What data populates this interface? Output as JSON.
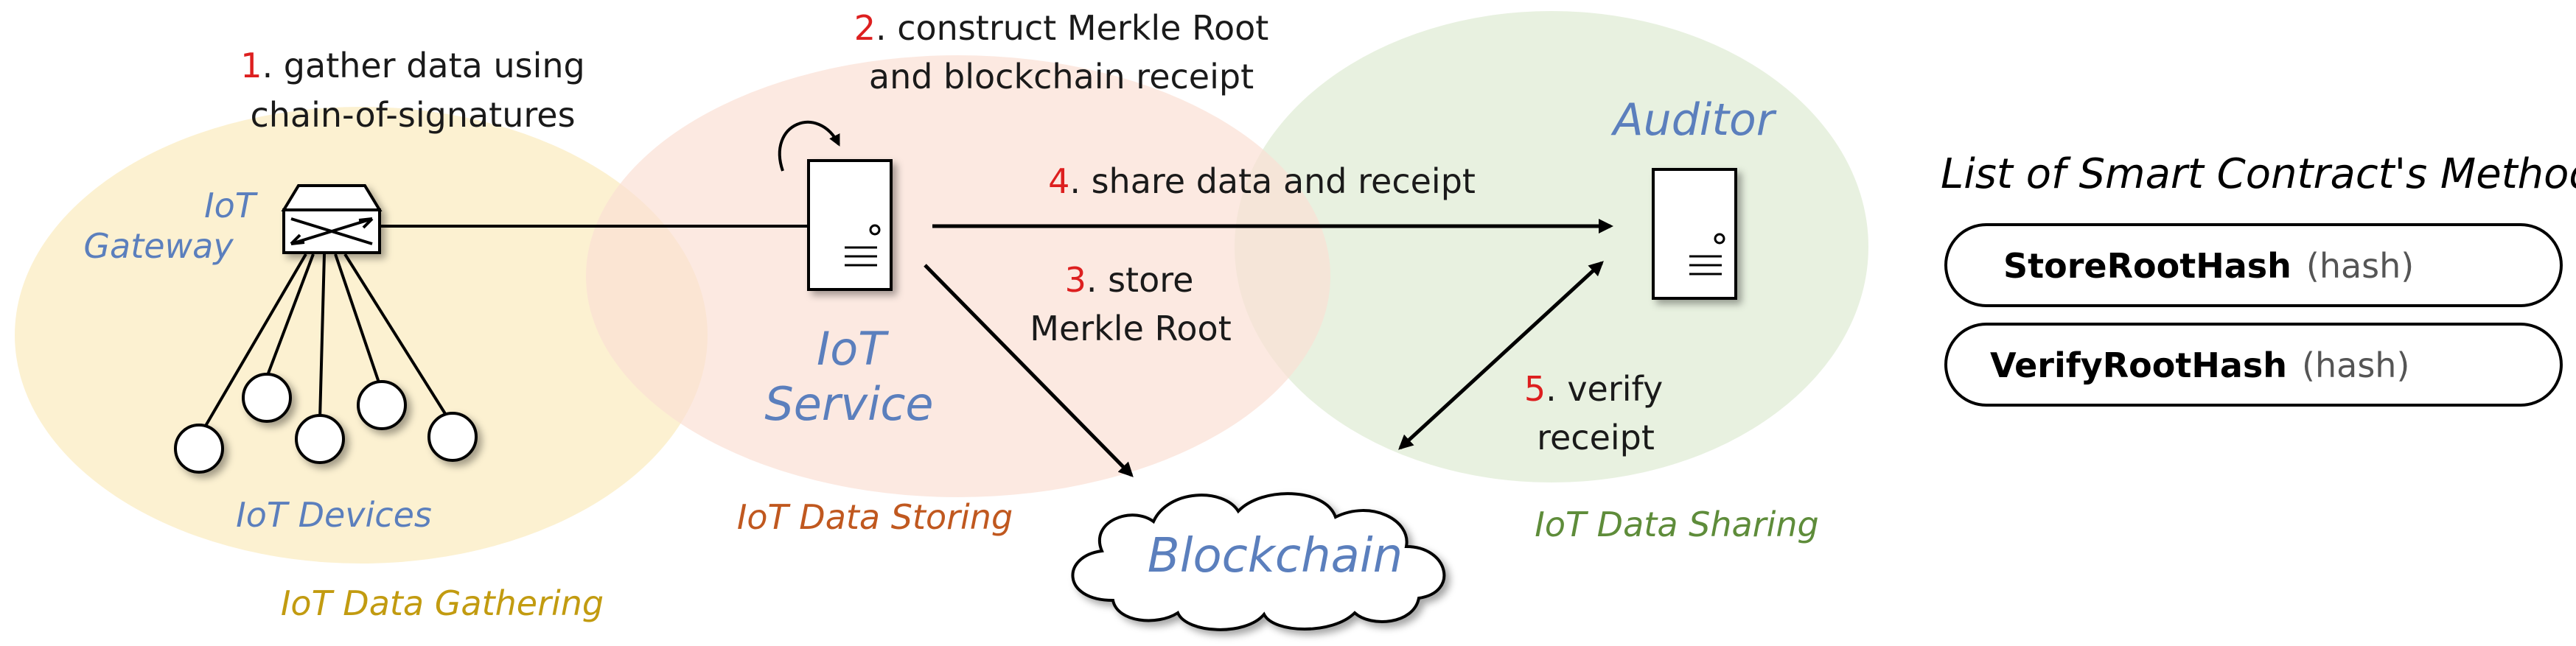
{
  "regions": {
    "gathering_label": "IoT Data Gathering",
    "storing_label": "IoT Data Storing",
    "sharing_label": "IoT Data Sharing"
  },
  "nodes": {
    "gateway_line1": "IoT",
    "gateway_line2": "Gateway",
    "devices_label": "IoT Devices",
    "service_line1": "IoT",
    "service_line2": "Service",
    "auditor_label": "Auditor",
    "blockchain_label": "Blockchain"
  },
  "steps": {
    "s1": {
      "num": "1",
      "line1": ". gather data using",
      "line2": "chain-of-signatures"
    },
    "s2": {
      "num": "2",
      "line1": ". construct Merkle Root",
      "line2": "and blockchain receipt"
    },
    "s3": {
      "num": "3",
      "line1": ". store",
      "line2": "Merkle Root"
    },
    "s4": {
      "num": "4",
      "line1": ". share data and receipt"
    },
    "s5": {
      "num": "5",
      "line1": ". verify",
      "line2": "receipt"
    }
  },
  "contract": {
    "title": "List of Smart Contract's Methods",
    "methods": [
      {
        "name": "StoreRootHash",
        "arg": "(hash)"
      },
      {
        "name": "VerifyRootHash",
        "arg": "(hash)"
      }
    ]
  },
  "colors": {
    "gathering_fill": "#fbeec9",
    "storing_fill": "#fbe0d4",
    "sharing_fill": "#e6efdd",
    "step_number": "#dd1f1f",
    "node_label": "#5b7fbd"
  }
}
